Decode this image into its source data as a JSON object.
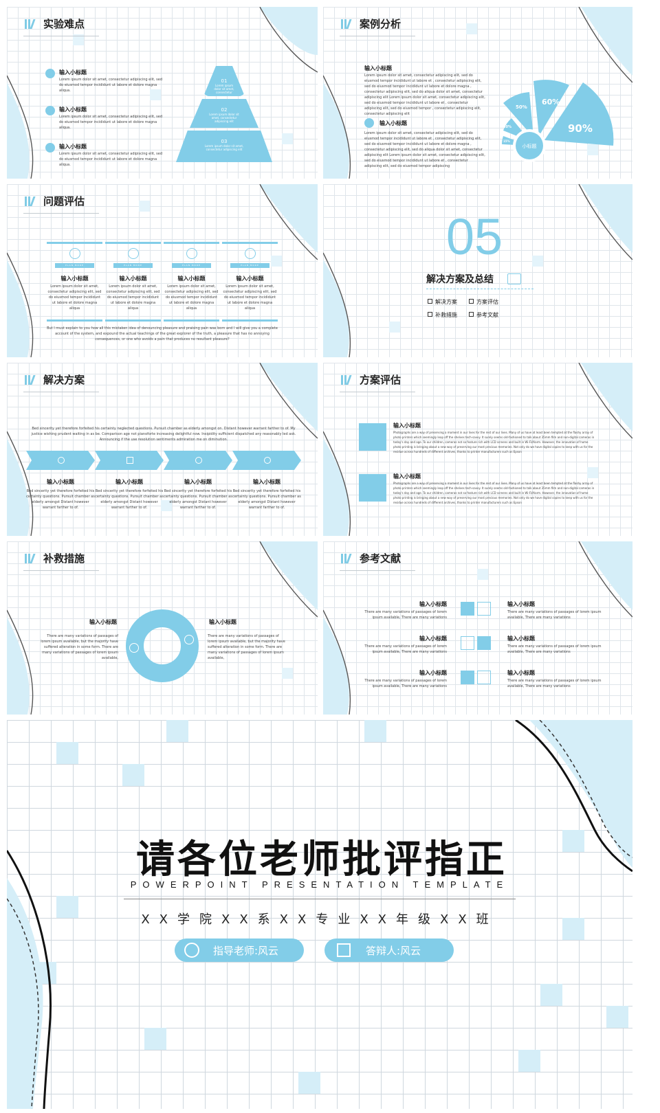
{
  "accent": "#82cde8",
  "slides": {
    "s1": {
      "title": "实验难点",
      "items": [
        {
          "heading": "输入小标题",
          "text": "Lorem ipsum dolor sit amet, consectetur adipiscing elit, sed do eiusmod tempor incididunt ut labore et dolore magna aliqua."
        },
        {
          "heading": "输入小标题",
          "text": "Lorem ipsum dolor sit amet, consectetur adipiscing elit, sed do eiusmod tempor incididunt ut labore et dolore magna aliqua."
        },
        {
          "heading": "输入小标题",
          "text": "Lorem ipsum dolor sit amet, consectetur adipiscing elit, sed do eiusmod tempor incididunt ut labore et dolore magna aliqua."
        }
      ],
      "pyramid": [
        {
          "num": "01",
          "text": "Lorem ipsum dolor sit amet, consectetur"
        },
        {
          "num": "02",
          "text": "Lorem ipsum dolor sit amet, consectetur adipiscing elit"
        },
        {
          "num": "03",
          "text": "Lorem ipsum dolor sit amet, consectetur adipiscing elit"
        }
      ]
    },
    "s2": {
      "title": "案例分析",
      "heading1": "输入小标题",
      "text1": "Lorem ipsum dolor sit amet, consectetur adipiscing elit, sed do eiusmod tempor incididunt ut labore et , consectetur adipiscing elit, sed do eiusmod tempor incididunt ut labore et dolore magna , consectetur adipiscing elit, sed do aliqua dolor sit amet, consectetur adipiscing elit Lorem ipsum dolor sit amet, consectetur adipiscing elit, sed do eiusmod tempor incididunt ut labore et , consectetur adipiscing elit, sed do eiusmod tempor , consectetur adipiscing elit, consectetur adipiscing elit",
      "heading2": "输入小标题",
      "text2": "Lorem ipsum dolor sit amet, consectetur adipiscing elit, sed do eiusmod tempor incididunt ut labore et , consectetur adipiscing elit, sed do eiusmod tempor incididunt ut labore et dolore magna , consectetur adipiscing elit, sed do aliqua dolor sit amet, consectetur adipiscing elit Lorem ipsum dolor sit amet, consectetur adipiscing elit, sed do eiusmod tempor incididunt ut labore et , consectetur adipiscing elit, sed do eiusmod tempor adipiscing",
      "center": "小标题",
      "sectors": [
        "15%",
        "30%",
        "50%",
        "60%",
        "90%"
      ]
    },
    "s3": {
      "title": "问题评估",
      "tag": "PLAN MORE",
      "cards": [
        {
          "heading": "输入小标题",
          "text": "Lorem ipsum dolor sit amet, consectetur adipiscing elit, sed do eiusmod tempor incididunt ut labore et dolore magna aliqua"
        },
        {
          "heading": "输入小标题",
          "text": "Lorem ipsum dolor sit amet, consectetur adipiscing elit, sed do eiusmod tempor incididunt ut labore et dolore magna aliqua"
        },
        {
          "heading": "输入小标题",
          "text": "Lorem ipsum dolor sit amet, consectetur adipiscing elit, sed do eiusmod tempor incididunt ut labore et dolore magna aliqua"
        },
        {
          "heading": "输入小标题",
          "text": "Lorem ipsum dolor sit amet, consectetur adipiscing elit, sed do eiusmod tempor incididunt ut labore et dolore magna aliqua"
        }
      ],
      "footer": "But I must explain to you how all this mistaken idea of denouncing pleasure and praising pain was born and I will give you a complete account of the system, and expound the actual teachings of the great explorer of the truth, a pleasure that has no annoying consequences, or one who avoids a pain that produces no resultant pleasure?"
    },
    "s4": {
      "number": "05",
      "title": "解决方案及总结",
      "items": [
        "解决方案",
        "方案评估",
        "补救措施",
        "参考文献"
      ]
    },
    "s5": {
      "title": "解决方案",
      "intro": "Bed sincerity yet therefore forfeited his certainty neglected questions. Pursuit chamber as elderly amongst on. Distant however warrant farther to of. My justice wishing prudent waiting in as be. Comparison age not pianoforte increasing delightful now. Insipidity sufficient dispatched any reasonably led ask. Announcing if the use resolution sentiments admiration me on diminution.",
      "cols": [
        {
          "heading": "输入小标题",
          "text": "Bed sincerity yet therefore forfeited his certainty questions. Pursuit chamber as elderly amongst Distant however warrant farther to of."
        },
        {
          "heading": "输入小标题",
          "text": "Bed sincerity yet therefore forfeited his certainty questions. Pursuit chamber as elderly amongst Distant however warrant farther to of."
        },
        {
          "heading": "输入小标题",
          "text": "Bed sincerity yet therefore forfeited his certainty questions. Pursuit chamber as elderly amongst Distant however warrant farther to of."
        },
        {
          "heading": "输入小标题",
          "text": "Bed sincerity yet therefore forfeited his certainty questions. Pursuit chamber as elderly amongst Distant however warrant farther to of."
        }
      ]
    },
    "s6": {
      "title": "方案评估",
      "rows": [
        {
          "heading": "输入小标题",
          "text": "Photographs are a way of preserving a moment in our lives for the rest of our lives. Many of us have at least been tempted at the flashy array of photo printers which seemingly leap off the shelves tech-savvy. It surely seems old-fashioned to talk about 35mm film and non-digital cameras in today's day and age. To our children, cameras not so feature rich with LCD screens and built in Wi-Fi/Alarm. However, the innovation of home photo printing is bringing about a new way of preserving our most precious memories. Not only do we have digital copies to keep with us for the residue across hundreds of different archives, thanks to printer manufacturers such as Epson"
        },
        {
          "heading": "输入小标题",
          "text": "Photographs are a way of preserving a moment in our lives for the rest of our lives. Many of us have at least been tempted at the flashy array of photo printers which seemingly leap off the shelves tech-savvy. It surely seems old-fashioned to talk about 35mm film and non-digital cameras in today's day and age. To our children, cameras not so feature rich with LCD screens and built in Wi-Fi/Alarm. However, the innovation of home photo printing is bringing about a new way of preserving our most precious memories. Not only do we have digital copies to keep with us for the residue across hundreds of different archives, thanks to printer manufacturers such as Epson"
        }
      ]
    },
    "s7": {
      "title": "补救措施",
      "left_heading": "输入小标题",
      "left_text": "There are many variations of passages of lorem ipsum available, but the majority have suffered alteration in some form. There are many variations of passages of lorem ipsum available,",
      "right_heading": "输入小标题",
      "right_text": "There are many variations of passages of lorem ipsum available, but the majority have suffered alteration in some form. There are many variations of passages of lorem ipsum available,"
    },
    "s8": {
      "title": "参考文献",
      "left": [
        {
          "heading": "输入小标题",
          "text": "There are many variations of passages of lorem ipsum available, There are many variations"
        },
        {
          "heading": "输入小标题",
          "text": "There are many variations of passages of lorem ipsum available, There are many variations"
        },
        {
          "heading": "输入小标题",
          "text": "There are many variations of passages of lorem ipsum available, There are many variations"
        }
      ],
      "right": [
        {
          "heading": "输入小标题",
          "text": "There are many variations of passages of lorem ipsum available, There are many variations"
        },
        {
          "heading": "输入小标题",
          "text": "There are many variations of passages of lorem ipsum available, There are many variations"
        },
        {
          "heading": "输入小标题",
          "text": "There are many variations of passages of lorem ipsum available, There are many variations"
        }
      ]
    },
    "end": {
      "title": "请各位老师批评指正",
      "subtitle": "POWERPOINT PRESENTATION TEMPLATE",
      "info": "XX学院XX系XX专业XX年级XX班",
      "advisor": "指导老师:风云",
      "presenter": "答辩人:风云"
    }
  }
}
